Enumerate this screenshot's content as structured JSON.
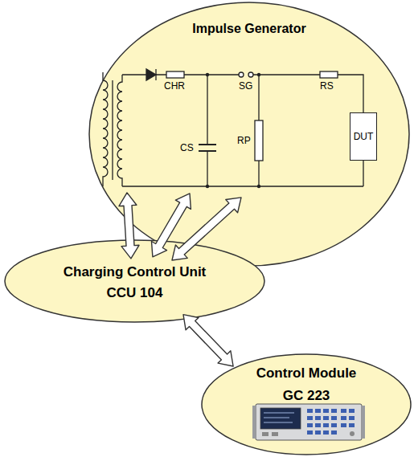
{
  "diagram": {
    "nodes": [
      {
        "text": [
          "Impulse Generator"
        ]
      },
      {
        "text": [
          "DUT"
        ],
        "in": 0
      },
      {
        "text": [
          "Charging Control Unit CCU 104"
        ]
      },
      {
        "text": [
          "Control Module GC 223"
        ]
      }
    ],
    "edges": [
      {
        "from": 2,
        "to": 0,
        "arrow": "both"
      },
      {
        "from": 2,
        "to": 0,
        "arrow": "both"
      },
      {
        "from": 2,
        "to": 0,
        "arrow": "both"
      },
      {
        "from": 2,
        "to": 3,
        "arrow": "both"
      }
    ],
    "labels": [
      "CHR",
      "SG",
      "CS",
      "RS",
      "RP"
    ]
  }
}
